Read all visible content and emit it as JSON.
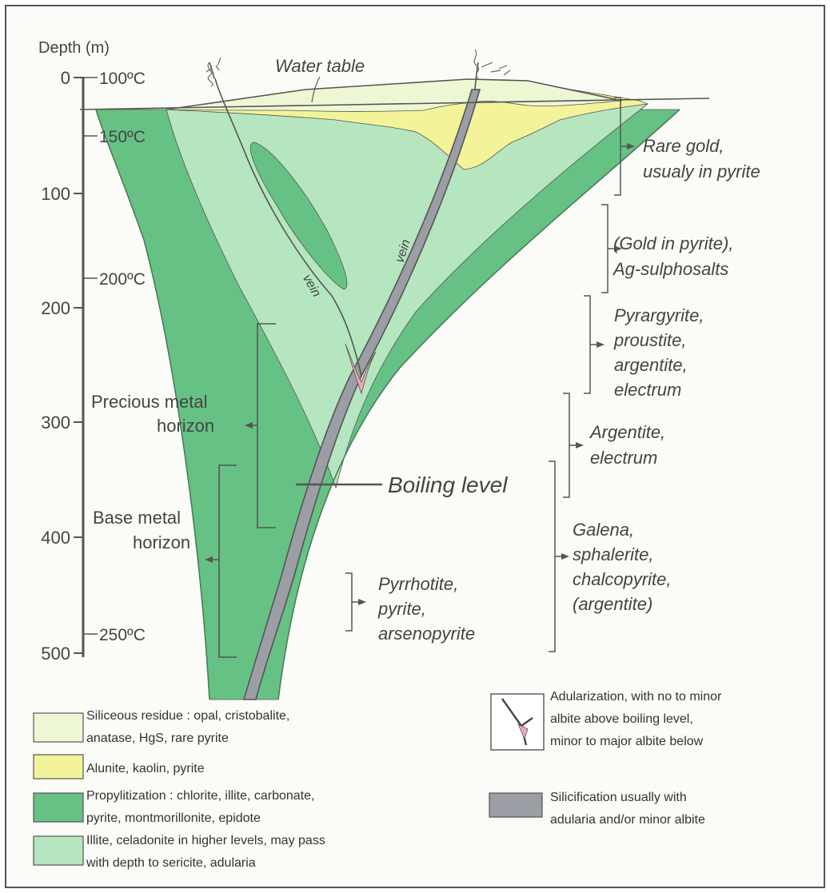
{
  "colors": {
    "siliceous": "#eef7d4",
    "alunite": "#f3f39a",
    "propylitization": "#66c284",
    "illite": "#b5e6bf",
    "adularization": "#f0a8b4",
    "silicification": "#9b9ea4",
    "lines": "#555555",
    "text": "#444444"
  },
  "axis": {
    "title": "Depth (m)",
    "ticks": [
      "0",
      "100",
      "200",
      "300",
      "400",
      "500"
    ],
    "temperatures": [
      "100ºC",
      "150ºC",
      "200ºC",
      "250ºC"
    ]
  },
  "labels": {
    "water_table": "Water table",
    "vein_left": "vein",
    "vein_right": "vein",
    "boiling_level": "Boiling level",
    "precious_line1": "Precious metal",
    "precious_line2": "horizon",
    "base_line1": "Base metal",
    "base_line2": "horizon"
  },
  "mineral_notes": [
    {
      "lines": [
        "Rare gold,",
        "usualy in pyrite"
      ]
    },
    {
      "lines": [
        "(Gold in pyrite),",
        "Ag-sulphosalts"
      ]
    },
    {
      "lines": [
        "Pyrargyrite,",
        "proustite,",
        "argentite,",
        "electrum"
      ]
    },
    {
      "lines": [
        "Argentite,",
        "electrum"
      ]
    },
    {
      "lines": [
        "Galena,",
        "sphalerite,",
        "chalcopyrite,",
        "(argentite)"
      ]
    },
    {
      "lines": [
        "Pyrrhotite,",
        "pyrite,",
        "arsenopyrite"
      ]
    }
  ],
  "legend": [
    {
      "key": "siliceous",
      "lines": [
        "Siliceous residue : opal, cristobalite,",
        "anatase, HgS, rare pyrite"
      ]
    },
    {
      "key": "alunite",
      "lines": [
        "Alunite, kaolin, pyrite"
      ]
    },
    {
      "key": "propylitization",
      "lines": [
        "Propylitization : chlorite, illite, carbonate,",
        "pyrite, montmorillonite, epidote"
      ]
    },
    {
      "key": "illite",
      "lines": [
        "Illite, celadonite in higher levels, may pass",
        "with depth to sericite, adularia"
      ]
    },
    {
      "key": "adularization",
      "lines": [
        "Adularization, with no to minor",
        "albite above boiling level,",
        "minor to major albite below"
      ]
    },
    {
      "key": "silicification",
      "lines": [
        "Silicification usually with",
        "adularia and/or minor albite"
      ]
    }
  ]
}
